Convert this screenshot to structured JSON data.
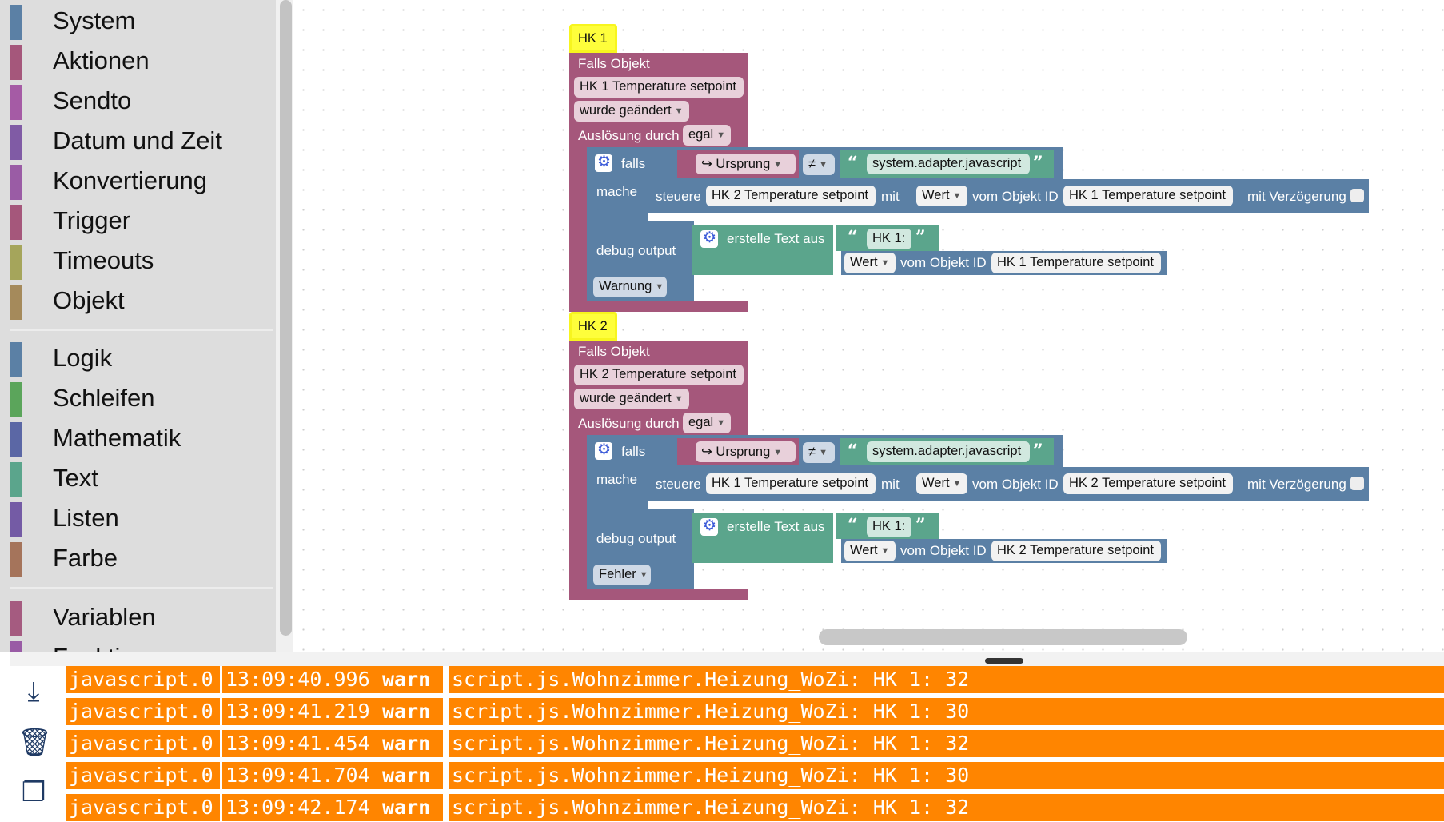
{
  "toolbox": {
    "items": [
      {
        "label": "System",
        "color": "#5b80a5"
      },
      {
        "label": "Aktionen",
        "color": "#a5577b"
      },
      {
        "label": "Sendto",
        "color": "#a55ba5"
      },
      {
        "label": "Datum und Zeit",
        "color": "#805ba5"
      },
      {
        "label": "Konvertierung",
        "color": "#9a5ca5"
      },
      {
        "label": "Trigger",
        "color": "#a5577b"
      },
      {
        "label": "Timeouts",
        "color": "#a5a55b"
      },
      {
        "label": "Objekt",
        "color": "#a58a5b"
      },
      {
        "label": "Logik",
        "color": "#5b80a5"
      },
      {
        "label": "Schleifen",
        "color": "#5ba55b"
      },
      {
        "label": "Mathematik",
        "color": "#5b67a5"
      },
      {
        "label": "Text",
        "color": "#5ba58c"
      },
      {
        "label": "Listen",
        "color": "#745ba5"
      },
      {
        "label": "Farbe",
        "color": "#a5745b"
      },
      {
        "label": "Variablen",
        "color": "#a55b80"
      },
      {
        "label": "Funktionen",
        "color": "#995ba5"
      }
    ]
  },
  "blocks": [
    {
      "hat": "HK 1",
      "event_label": "Falls Objekt",
      "object": "HK 1 Temperature setpoint",
      "condition": "wurde geändert",
      "trigger_label": "Auslösung durch",
      "trigger_value": "egal",
      "if_label": "falls",
      "do_label": "mache",
      "origin": "Ursprung",
      "operator": "≠",
      "compare_text": "system.adapter.javascript",
      "control_label": "steuere",
      "control_target": "HK 2 Temperature setpoint",
      "with_label": "mit",
      "value_label": "Wert",
      "from_object_label": "vom Objekt ID",
      "control_source": "HK 1 Temperature setpoint",
      "delay_label": "mit Verzögerung",
      "debug_label": "debug output",
      "create_text_label": "erstelle Text aus",
      "text_item": "HK 1:",
      "debug_object": "HK 1 Temperature setpoint",
      "level": "Warnung"
    },
    {
      "hat": "HK 2",
      "event_label": "Falls Objekt",
      "object": "HK 2 Temperature setpoint",
      "condition": "wurde geändert",
      "trigger_label": "Auslösung durch",
      "trigger_value": "egal",
      "if_label": "falls",
      "do_label": "mache",
      "origin": "Ursprung",
      "operator": "≠",
      "compare_text": "system.adapter.javascript",
      "control_label": "steuere",
      "control_target": "HK 1 Temperature setpoint",
      "with_label": "mit",
      "value_label": "Wert",
      "from_object_label": "vom Objekt ID",
      "control_source": "HK 2 Temperature setpoint",
      "delay_label": "mit Verzögerung",
      "debug_label": "debug output",
      "create_text_label": "erstelle Text aus",
      "text_item": "HK 1:",
      "debug_object": "HK 2 Temperature setpoint",
      "level": "Fehler"
    }
  ],
  "log": {
    "tools": [
      "download-icon",
      "trash-icon",
      "copy-icon"
    ],
    "rows": [
      {
        "source": "javascript.0",
        "time": "13:09:40.996",
        "level": "warn",
        "message": "script.js.Wohnzimmer.Heizung_WoZi: HK 1: 32"
      },
      {
        "source": "javascript.0",
        "time": "13:09:41.219",
        "level": "warn",
        "message": "script.js.Wohnzimmer.Heizung_WoZi: HK 1: 30"
      },
      {
        "source": "javascript.0",
        "time": "13:09:41.454",
        "level": "warn",
        "message": "script.js.Wohnzimmer.Heizung_WoZi: HK 1: 32"
      },
      {
        "source": "javascript.0",
        "time": "13:09:41.704",
        "level": "warn",
        "message": "script.js.Wohnzimmer.Heizung_WoZi: HK 1: 30"
      },
      {
        "source": "javascript.0",
        "time": "13:09:42.174",
        "level": "warn",
        "message": "script.js.Wohnzimmer.Heizung_WoZi: HK 1: 32"
      }
    ]
  }
}
